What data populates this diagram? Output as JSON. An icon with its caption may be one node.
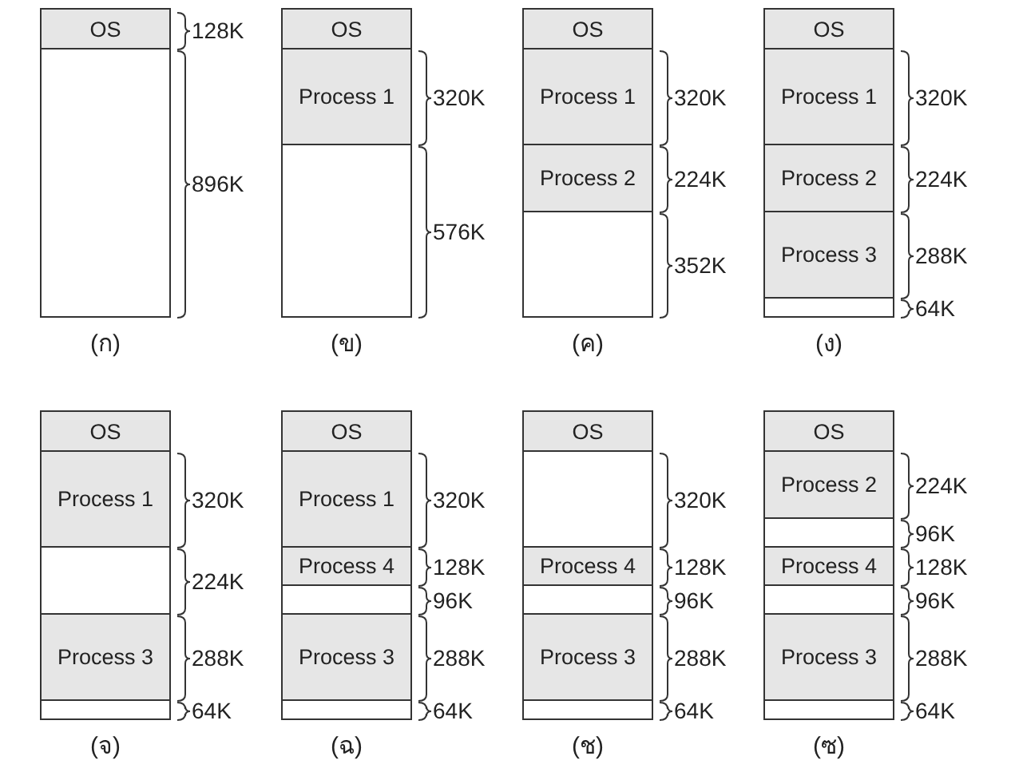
{
  "diagram": {
    "nodes": [
      {
        "text": [],
        "shape": "box",
        "beside": [
          "(ก)"
        ]
      },
      {
        "text": [
          "OS"
        ],
        "in": 0,
        "beside": [
          "128K"
        ]
      },
      {
        "text": [],
        "shape": "box",
        "in": 0,
        "beside": [
          "896K"
        ]
      },
      {
        "text": [],
        "shape": "box",
        "beside": [
          "(ข)"
        ]
      },
      {
        "text": [
          "OS"
        ],
        "in": 3
      },
      {
        "text": [
          "Process 1"
        ],
        "in": 3,
        "beside": [
          "320K"
        ]
      },
      {
        "text": [],
        "shape": "box",
        "in": 3,
        "beside": [
          "576K"
        ]
      },
      {
        "text": [],
        "shape": "box",
        "beside": [
          "(ค)"
        ]
      },
      {
        "text": [
          "OS"
        ],
        "in": 7
      },
      {
        "text": [
          "Process 1"
        ],
        "in": 7,
        "beside": [
          "320K"
        ]
      },
      {
        "text": [
          "Process 2"
        ],
        "in": 7,
        "beside": [
          "224K"
        ]
      },
      {
        "text": [],
        "shape": "box",
        "in": 7,
        "beside": [
          "352K"
        ]
      },
      {
        "text": [],
        "shape": "box",
        "beside": [
          "(ง)"
        ]
      },
      {
        "text": [
          "OS"
        ],
        "in": 12
      },
      {
        "text": [
          "Process 1"
        ],
        "in": 12,
        "beside": [
          "320K"
        ]
      },
      {
        "text": [
          "Process 2"
        ],
        "in": 12,
        "beside": [
          "224K"
        ]
      },
      {
        "text": [
          "Process 3"
        ],
        "in": 12,
        "beside": [
          "288K"
        ]
      },
      {
        "text": [],
        "shape": "box",
        "in": 12,
        "beside": [
          "64K"
        ]
      },
      {
        "text": [],
        "shape": "box",
        "beside": [
          "(จ)"
        ]
      },
      {
        "text": [
          "OS"
        ],
        "in": 18
      },
      {
        "text": [
          "Process 1"
        ],
        "in": 18,
        "beside": [
          "320K"
        ]
      },
      {
        "text": [],
        "shape": "box",
        "in": 18,
        "beside": [
          "224K"
        ]
      },
      {
        "text": [
          "Process 3"
        ],
        "in": 18,
        "beside": [
          "288K"
        ]
      },
      {
        "text": [],
        "shape": "box",
        "in": 18,
        "beside": [
          "64K"
        ]
      },
      {
        "text": [],
        "shape": "box",
        "beside": [
          "(ฉ)"
        ]
      },
      {
        "text": [
          "OS"
        ],
        "in": 24
      },
      {
        "text": [
          "Process 1"
        ],
        "in": 24,
        "beside": [
          "320K"
        ]
      },
      {
        "text": [
          "Process 4"
        ],
        "in": 24,
        "beside": [
          "128K"
        ]
      },
      {
        "text": [],
        "shape": "box",
        "in": 24,
        "beside": [
          "96K"
        ]
      },
      {
        "text": [
          "Process 3"
        ],
        "in": 24,
        "beside": [
          "288K"
        ]
      },
      {
        "text": [],
        "shape": "box",
        "in": 24,
        "beside": [
          "64K"
        ]
      },
      {
        "text": [],
        "shape": "box",
        "beside": [
          "(ช)"
        ]
      },
      {
        "text": [
          "OS"
        ],
        "in": 31
      },
      {
        "text": [],
        "shape": "box",
        "in": 31,
        "beside": [
          "320K"
        ]
      },
      {
        "text": [
          "Process 4"
        ],
        "in": 31,
        "beside": [
          "128K"
        ]
      },
      {
        "text": [],
        "shape": "box",
        "in": 31,
        "beside": [
          "96K"
        ]
      },
      {
        "text": [
          "Process 3"
        ],
        "in": 31,
        "beside": [
          "288K"
        ]
      },
      {
        "text": [],
        "shape": "box",
        "in": 31,
        "beside": [
          "64K"
        ]
      },
      {
        "text": [],
        "shape": "box",
        "beside": [
          "(ซ)"
        ]
      },
      {
        "text": [
          "OS"
        ],
        "in": 38
      },
      {
        "text": [
          "Process 2"
        ],
        "in": 38,
        "beside": [
          "224K"
        ]
      },
      {
        "text": [],
        "shape": "box",
        "in": 38,
        "beside": [
          "96K"
        ]
      },
      {
        "text": [
          "Process 4"
        ],
        "in": 38,
        "beside": [
          "128K"
        ]
      },
      {
        "text": [],
        "shape": "box",
        "in": 38,
        "beside": [
          "96K"
        ]
      },
      {
        "text": [
          "Process 3"
        ],
        "in": 38,
        "beside": [
          "288K"
        ]
      },
      {
        "text": [],
        "shape": "box",
        "in": 38,
        "beside": [
          "64K"
        ]
      }
    ]
  }
}
